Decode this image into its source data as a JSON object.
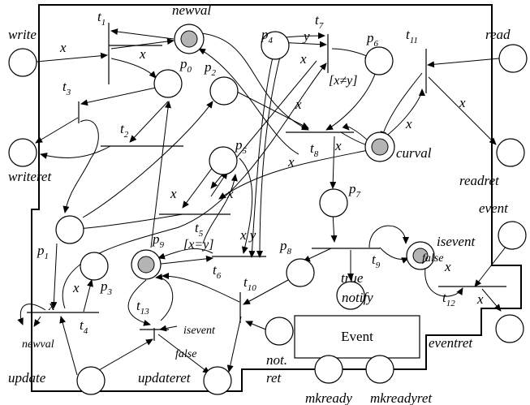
{
  "diagram": {
    "places": {
      "newval": {
        "label": "newval"
      },
      "write": {
        "label": "write"
      },
      "read": {
        "label": "read"
      },
      "p0": {
        "label": "p",
        "sub": "0"
      },
      "p2": {
        "label": "p",
        "sub": "2"
      },
      "p4": {
        "label": "p",
        "sub": "4"
      },
      "p6": {
        "label": "p",
        "sub": "6"
      },
      "writeret": {
        "label": "writeret"
      },
      "curval": {
        "label": "curval"
      },
      "readret": {
        "label": "readret"
      },
      "event": {
        "label": "event"
      },
      "p5": {
        "label": "p",
        "sub": "5"
      },
      "p7": {
        "label": "p",
        "sub": "7"
      },
      "p1": {
        "label": "p",
        "sub": "1"
      },
      "p8": {
        "label": "p",
        "sub": "8"
      },
      "p9": {
        "label": "p",
        "sub": "9"
      },
      "isevent": {
        "label": "isevent"
      },
      "p3": {
        "label": "p",
        "sub": "3"
      },
      "notify": {
        "label": "notify"
      },
      "eventret": {
        "label": "eventret"
      },
      "notret": {
        "label1": "not.",
        "label2": "ret"
      },
      "update": {
        "label": "update"
      },
      "updateret": {
        "label": "updateret"
      },
      "mkready": {
        "label": "mkready"
      },
      "mkreadyret": {
        "label": "mkreadyret"
      }
    },
    "transitions": {
      "t1": {
        "label": "t",
        "sub": "1"
      },
      "t2": {
        "label": "t",
        "sub": "2"
      },
      "t3": {
        "label": "t",
        "sub": "3"
      },
      "t4": {
        "label": "t",
        "sub": "4"
      },
      "t5": {
        "label": "t",
        "sub": "5"
      },
      "t6": {
        "label": "t",
        "sub": "6"
      },
      "t7": {
        "label": "t",
        "sub": "7"
      },
      "t8": {
        "label": "t",
        "sub": "8"
      },
      "t9": {
        "label": "t",
        "sub": "9"
      },
      "t10": {
        "label": "t",
        "sub": "10"
      },
      "t11": {
        "label": "t",
        "sub": "11"
      },
      "t12": {
        "label": "t",
        "sub": "12"
      },
      "t13": {
        "label": "t",
        "sub": "13"
      }
    },
    "arc_labels": {
      "x": "x",
      "y": "y",
      "xy": "x y",
      "guard_neq": "[x≠y]",
      "guard_eq": "[x=y]",
      "true": "true",
      "false": "false",
      "isevent_small": "isevent",
      "newval_small": "newval"
    },
    "box": {
      "label": "Event"
    }
  }
}
